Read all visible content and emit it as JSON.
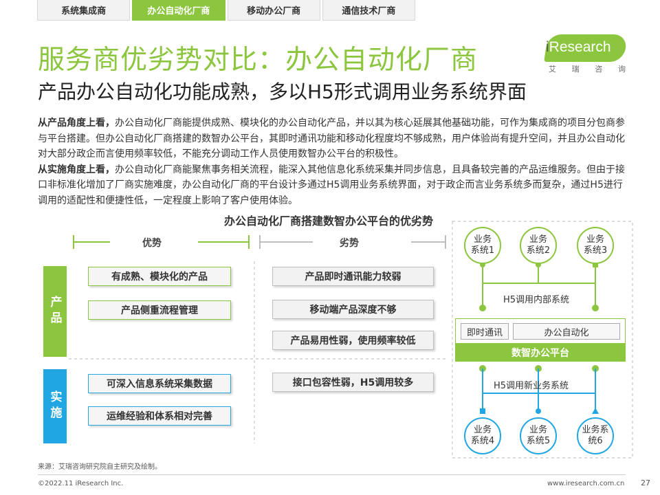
{
  "tabs": [
    {
      "label": "系统集成商",
      "active": false
    },
    {
      "label": "办公自动化厂商",
      "active": true
    },
    {
      "label": "移动办公厂商",
      "active": false
    },
    {
      "label": "通信技术厂商",
      "active": false
    }
  ],
  "title": "服务商优劣势对比：办公自动化厂商",
  "subtitle": "产品办公自动化功能成熟，多以H5形式调用业务系统界面",
  "logo": {
    "word_i": "i",
    "word_rest": "Research",
    "cn": [
      "艾",
      "瑞",
      "咨",
      "询"
    ]
  },
  "paragraphs": [
    {
      "lead": "从产品角度上看，",
      "text": "办公自动化厂商能提供成熟、模块化的办公自动化产品，并以其为核心延展其他基础功能，可作为集成商的项目分包商参与平台搭建。但办公自动化厂商搭建的数智办公平台，其即时通讯功能和移动化程度均不够成熟，用户体验尚有提升空间，并且办公自动化对大部分政企而言使用频率较低，不能充分调动工作人员使用数智办公平台的积极性。"
    },
    {
      "lead": "从实施角度上看，",
      "text": "办公自动化厂商能聚焦事务相关流程，能深入其他信息化系统采集并同步信息，且具备较完善的产品运维服务。但由于接口非标准化增加了厂商实施难度，办公自动化厂商的平台设计多通过H5调用业务系统界面，对于政企而言业务系统多而复杂，通过H5进行调用的适配性和便捷性低，一定程度上影响了客户使用体验。"
    }
  ],
  "diagram": {
    "title": "办公自动化厂商搭建数智办公平台的优劣势",
    "advantage_label": "优势",
    "disadvantage_label": "劣势",
    "row_product": "产品",
    "row_implementation": "实施",
    "product_advantages": [
      "有成熟、模块化的产品",
      "产品侧重流程管理"
    ],
    "product_disadvantages": [
      "产品即时通讯能力较弱",
      "移动端产品深度不够",
      "产品易用性弱，使用频率较低"
    ],
    "impl_advantages": [
      "可深入信息系统采集数据",
      "运维经验和体系相对完善"
    ],
    "impl_disadvantages": [
      "接口包容性弱，H5调用较多"
    ],
    "top_systems": [
      "业务系统1",
      "业务系统2",
      "业务系统3"
    ],
    "bottom_systems": [
      "业务系统4",
      "业务系统5",
      "业务系统6"
    ],
    "h5_internal": "H5调用内部系统",
    "h5_new": "H5调用新业务系统",
    "platform_modules": [
      "即时通讯",
      "办公自动化"
    ],
    "platform_name": "数智办公平台"
  },
  "colors": {
    "green": "#8cc63f",
    "blue": "#21a6e4",
    "gray": "#bdbdbd"
  },
  "footer": {
    "source": "来源：艾瑞咨询研究院自主研究及绘制。",
    "copyright": "©2022.11 iResearch Inc.",
    "site": "www.iresearch.com.cn",
    "page": "27"
  }
}
